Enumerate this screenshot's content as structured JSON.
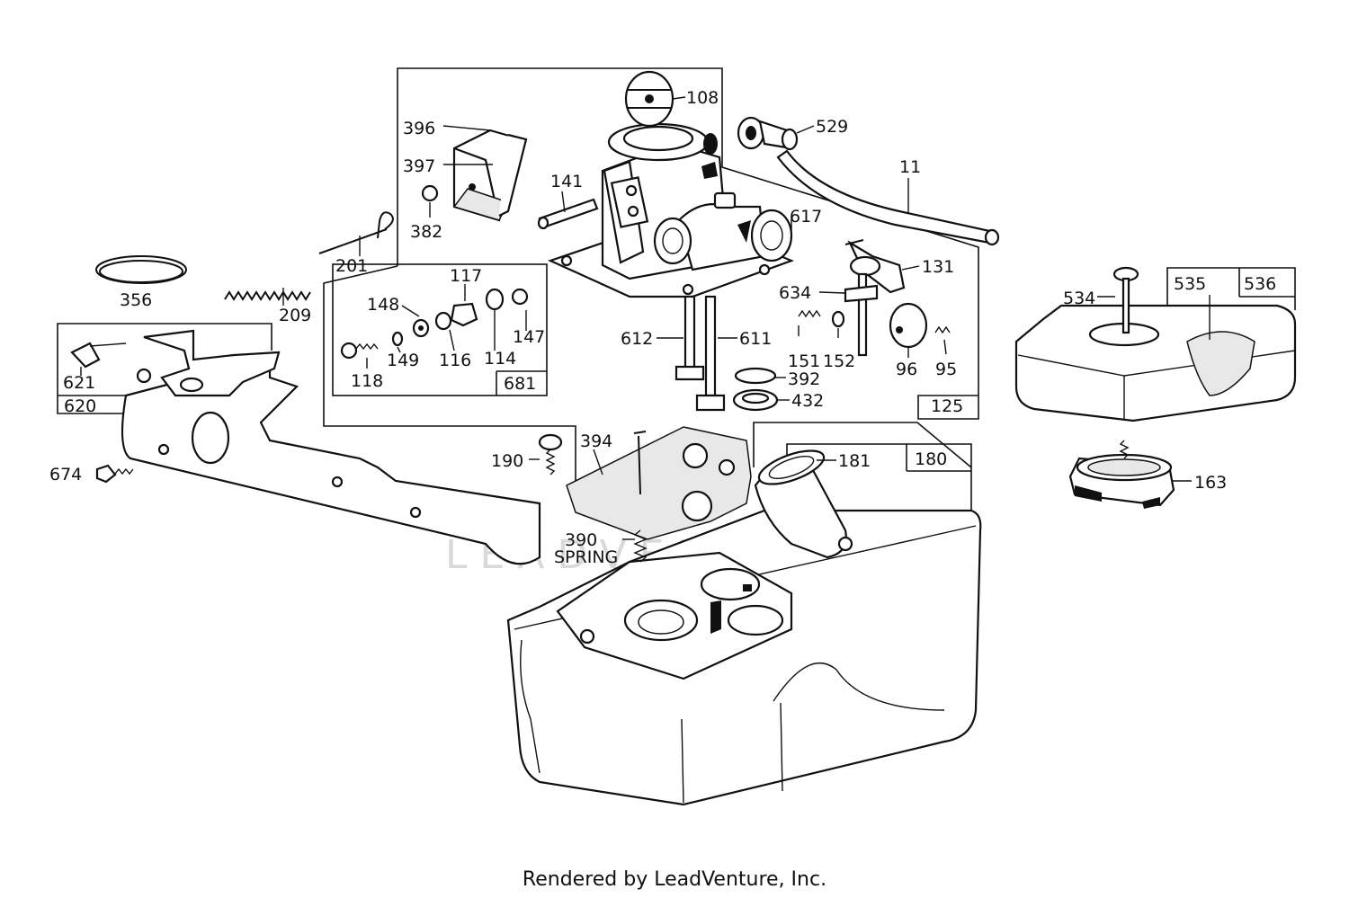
{
  "footer": {
    "text": "Rendered by LeadVenture, Inc."
  },
  "watermark": {
    "text": "LEADVENTURE"
  },
  "part_labels": {
    "p108": "108",
    "p396": "396",
    "p397": "397",
    "p382": "382",
    "p141": "141",
    "p529": "529",
    "p11": "11",
    "p617": "617",
    "p131": "131",
    "p634": "634",
    "p612": "612",
    "p611": "611",
    "p151": "151",
    "p152": "152",
    "p96": "96",
    "p95": "95",
    "p392": "392",
    "p432": "432",
    "p201": "201",
    "p356": "356",
    "p209": "209",
    "p117": "117",
    "p148": "148",
    "p147": "147",
    "p118": "118",
    "p149": "149",
    "p116": "116",
    "p114": "114",
    "p621": "621",
    "p674": "674",
    "p190": "190",
    "p394": "394",
    "p181": "181",
    "p390": "390",
    "p390sub": "SPRING",
    "p534": "534",
    "p535": "535",
    "p163": "163"
  },
  "group_labels": {
    "g681": "681",
    "g620": "620",
    "g125": "125",
    "g180": "180",
    "g536": "536"
  }
}
